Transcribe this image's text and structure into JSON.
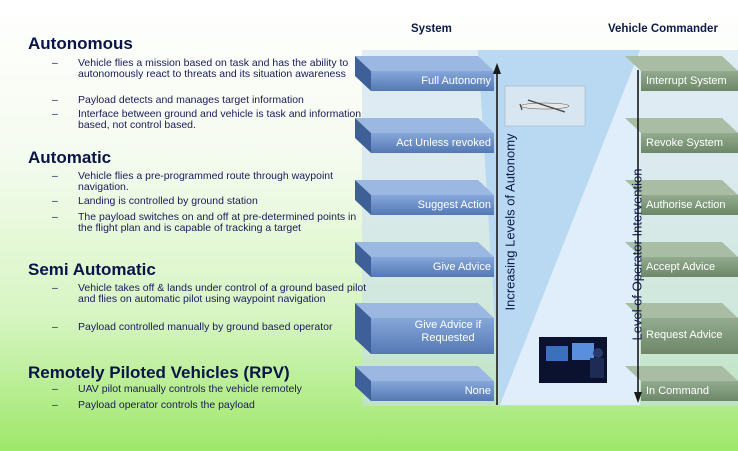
{
  "columns": {
    "system": "System",
    "commander": "Vehicle Commander"
  },
  "sections": [
    {
      "title": "Autonomous",
      "bullets": [
        "Vehicle flies a mission based on task and has the ability to autonomously react to threats and its situation awareness",
        "Payload detects and manages target information",
        "Interface between ground and vehicle is task and information based, not control based."
      ]
    },
    {
      "title": "Automatic",
      "bullets": [
        "Vehicle flies a pre-programmed route through waypoint navigation.",
        "Landing is controlled by ground station",
        "The payload switches on and off at pre-determined  points in the flight plan and is capable of tracking a target"
      ]
    },
    {
      "title": "Semi Automatic",
      "bullets": [
        "Vehicle takes off & lands under control of a ground based pilot and flies on automatic pilot using waypoint navigation",
        "Payload controlled manually by ground based operator"
      ]
    },
    {
      "title": "Remotely Piloted Vehicles (RPV)",
      "bullets": [
        "UAV pilot manually controls the vehicle remotely",
        "Payload operator controls the payload"
      ]
    }
  ],
  "system_levels": [
    "Full Autonomy",
    "Act Unless revoked",
    "Suggest Action",
    "Give Advice",
    "Give Advice if Requested",
    "None"
  ],
  "commander_levels": [
    "Interrupt System",
    "Revoke System",
    "Authorise Action",
    "Accept Advice",
    "Request Advice",
    "In Command"
  ],
  "axes": {
    "autonomy": "Increasing Levels of Autonomy",
    "intervention": "Level of Operator Intervention"
  },
  "colors": {
    "step_blue": "#6a8fc8",
    "step_green": "#7f9a7c",
    "bg_green": "#9ee86a",
    "wedge": "#b9d9f2"
  },
  "icons": {
    "aircraft": "uav-aircraft-image",
    "operator": "operator-workstation-image"
  }
}
